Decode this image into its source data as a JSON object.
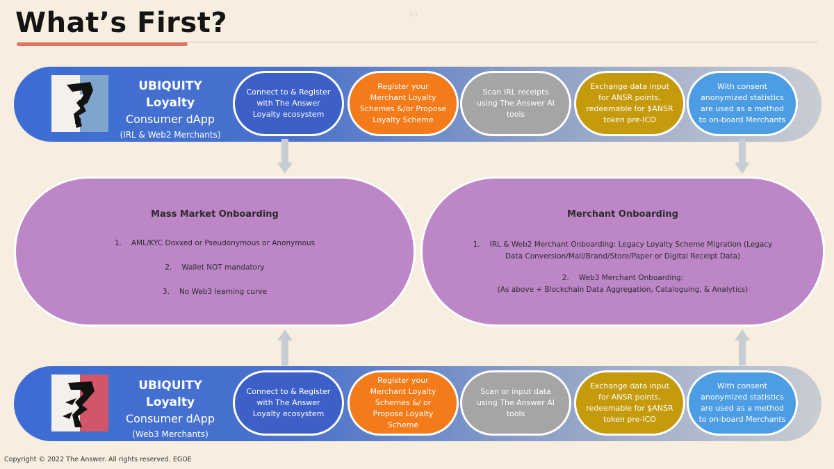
{
  "page": {
    "title": "What’s First?",
    "page_number": "1/1",
    "copyright": "Copyright © 2022 The Answer. All rights reserved. EGOE"
  },
  "top_pipeline": {
    "app_title": "UBIQUITY Loyalty",
    "app_subtitle": "Consumer dApp",
    "app_scope": "(IRL & Web2 Merchants)",
    "logo_accent_color": "#7ea6cc",
    "steps": [
      {
        "label": "Connect to & Register with The Answer Loyalty ecosystem",
        "color": "#3d60c8"
      },
      {
        "label": "Register your Merchant Loyalty Schemes &/or Propose Loyalty Scheme",
        "color": "#f47b1a"
      },
      {
        "label": "Scan IRL receipts using The Answer AI tools",
        "color": "#a5a5a5"
      },
      {
        "label": "Exchange data input for ANSR points, redeemable for $ANSR token pre-ICO",
        "color": "#c59a0c"
      },
      {
        "label": "With consent anonymized statistics are used as a method to on-board Merchants",
        "color": "#4d9de4"
      }
    ]
  },
  "bottom_pipeline": {
    "app_title": "UBIQUITY Loyalty",
    "app_subtitle": "Consumer dApp",
    "app_scope": "(Web3 Merchants)",
    "logo_accent_color": "#d1566a",
    "steps": [
      {
        "label": "Connect to & Register with The Answer Loyalty ecosystem",
        "color": "#3d60c8"
      },
      {
        "label": "Register your Merchant Loyalty Schemes &/ or Propose Loyalty Scheme",
        "color": "#f47b1a"
      },
      {
        "label": "Scan or input data using The Answer AI tools",
        "color": "#a5a5a5"
      },
      {
        "label": "Exchange data input for ANSR points, redeemable for $ANSR token pre-ICO",
        "color": "#c59a0c"
      },
      {
        "label": "With consent anonymized statistics are used as a method to on-board Merchants",
        "color": "#4d9de4"
      }
    ]
  },
  "mass_market": {
    "title": "Mass Market Onboarding",
    "items": [
      {
        "num": "1.",
        "text": "AML/KYC Doxxed or Pseudonymous or Anonymous"
      },
      {
        "num": "2.",
        "text": "Wallet NOT mandatory"
      },
      {
        "num": "3.",
        "text": "No Web3 learning curve"
      }
    ]
  },
  "merchant": {
    "title": "Merchant Onboarding",
    "items": [
      {
        "num": "1.",
        "text": "IRL & Web2 Merchant Onboarding: Legacy Loyalty Scheme Migration (Legacy Data Conversion/Mall/Brand/Store/Paper or Digital Receipt Data)"
      },
      {
        "num": "2.",
        "text": "Web3 Merchant Onboarding:",
        "text2": "(As above + Blockchain Data Aggregation, Cataloguing, & Analytics)"
      }
    ]
  },
  "colors": {
    "background": "#f7eee0",
    "title_underline": "#e07466",
    "oval_fill": "#bd86c7",
    "arrow": "#c7cdd4"
  }
}
